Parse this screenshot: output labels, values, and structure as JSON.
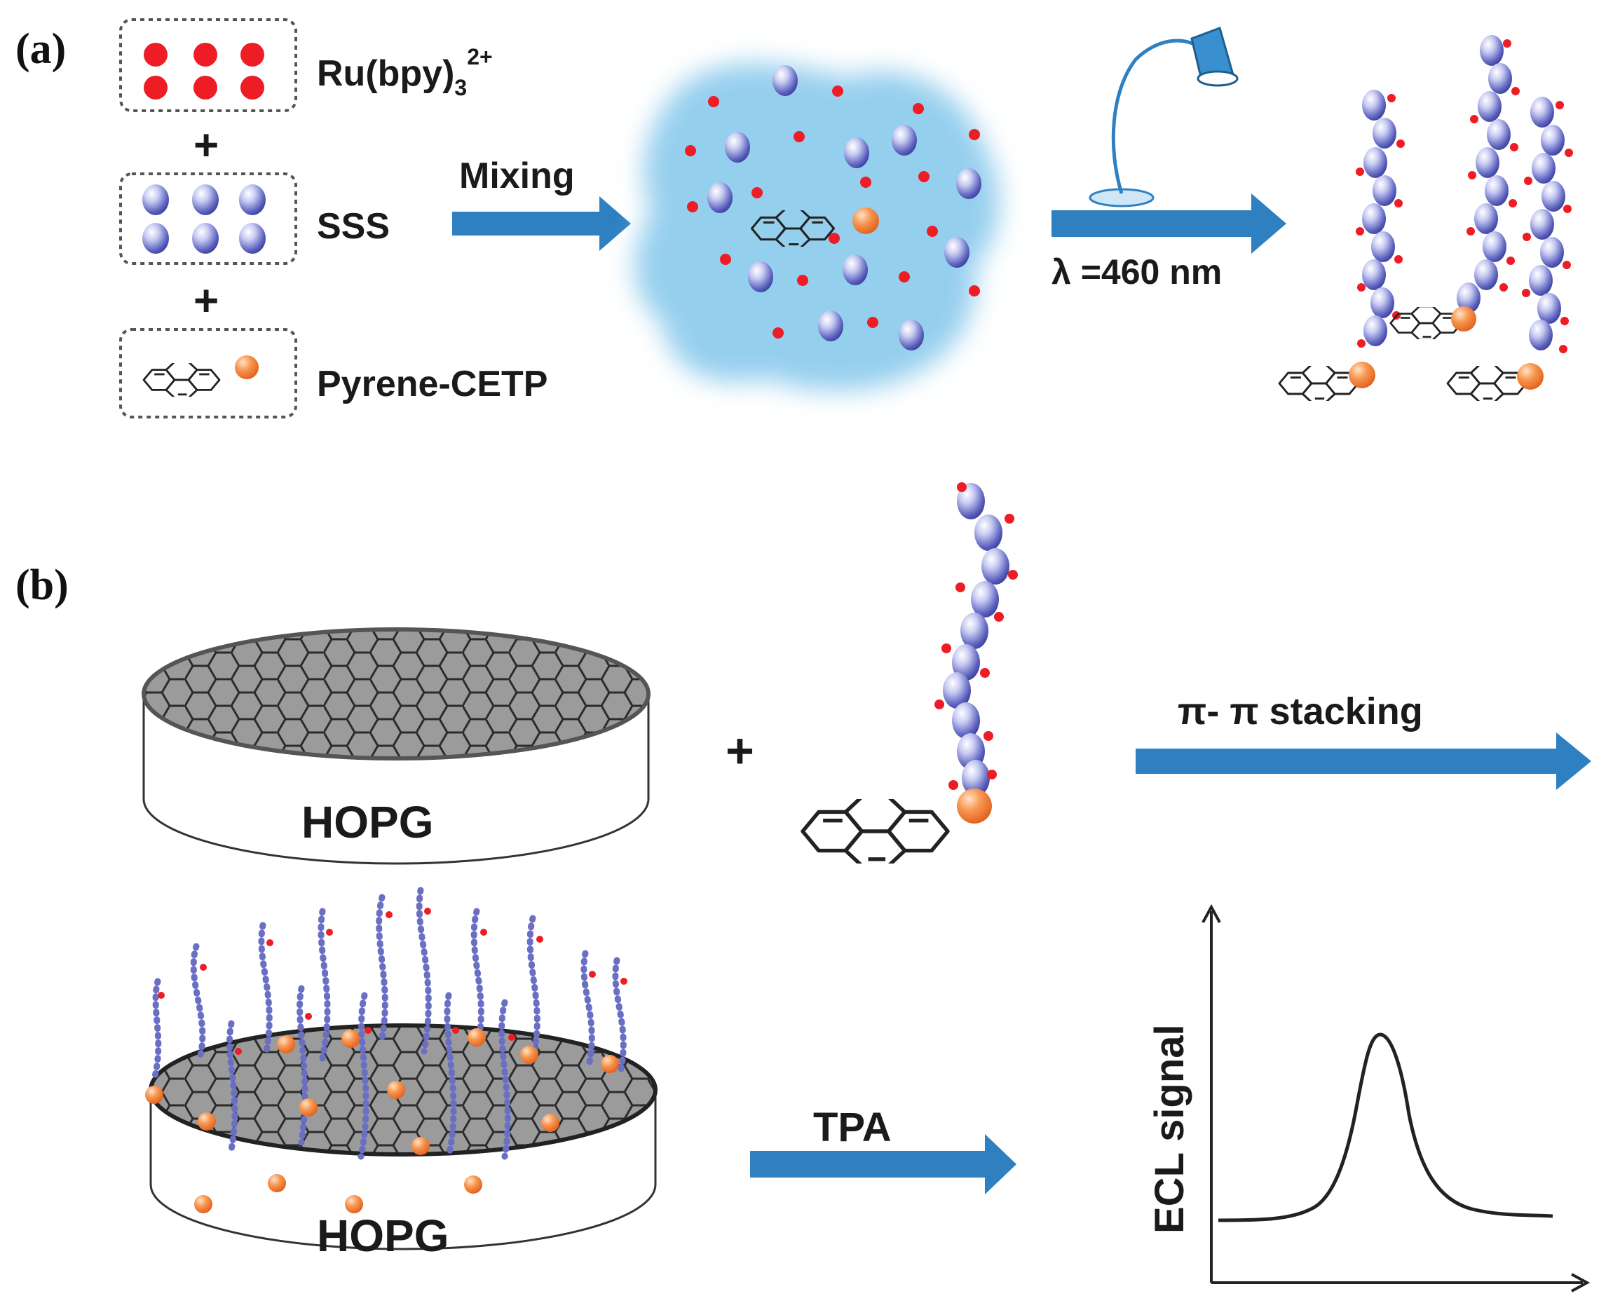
{
  "panel_a": {
    "label": "(a)",
    "components": [
      {
        "name": "Ru(bpy)",
        "sub": "3",
        "sup": "2+"
      },
      {
        "name": "SSS"
      },
      {
        "name": "Pyrene-CETP"
      }
    ],
    "plus": "+",
    "mixing_label": "Mixing",
    "irradiation_label": "λ =460 nm"
  },
  "panel_b": {
    "label": "(b)",
    "plus": "+",
    "substrate_label": "HOPG",
    "stacking_label": "π- π stacking",
    "reagent_label": "TPA",
    "plot_ylabel": "ECL signal"
  },
  "colors": {
    "arrow": "#2f80c1",
    "ru_dot": "#ee1c25",
    "sss_bead": "#6a6fc4",
    "cetp_orange": "#f47b3a",
    "cloud": "#9cd3ef"
  },
  "icons": [
    "lamp-icon",
    "pyrene-molecule-icon",
    "polymer-chain-icon",
    "hopg-electrode-icon"
  ]
}
